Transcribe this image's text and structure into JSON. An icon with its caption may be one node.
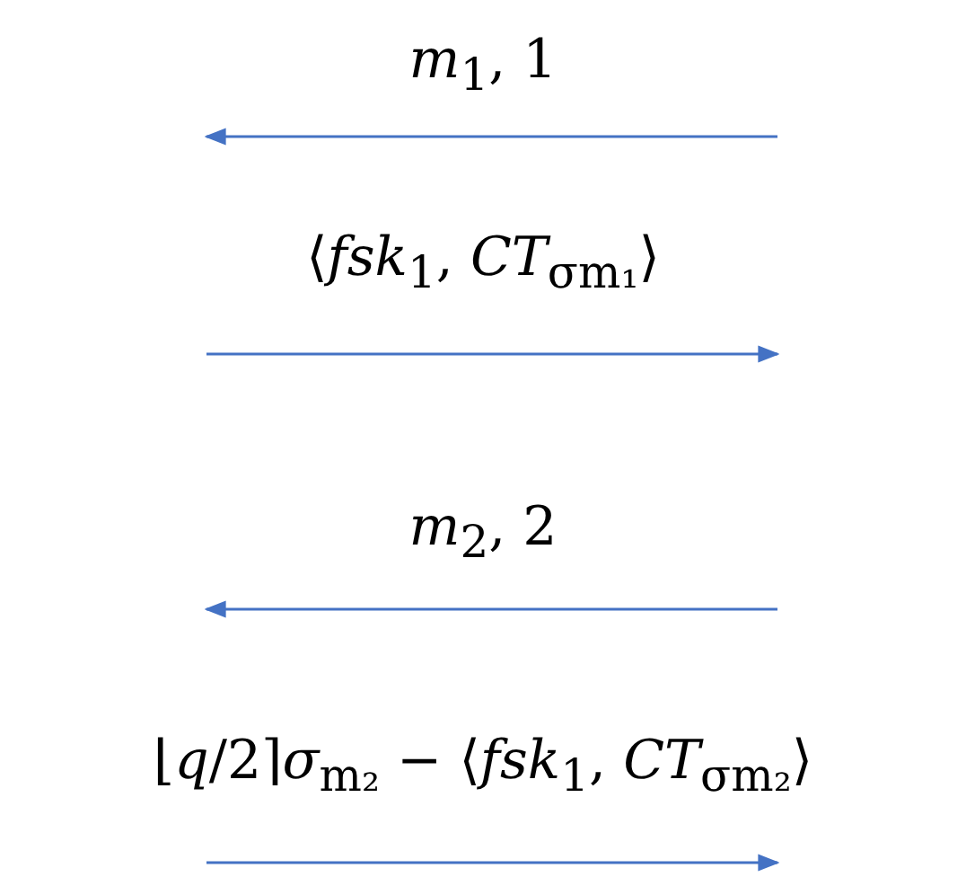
{
  "diagram": {
    "labels": [
      "*m*$_{1}$, 1",
      "⟨*fsk*$_{1}$, *CT*$_{σm₁}$⟩",
      "*m*$_{2}$, 2",
      "⌊*q*/2⌉*σ*$_{m₂}$ − ⟨*fsk*$_{1}$, *CT*$_{σm₂}$⟩"
    ]
  }
}
